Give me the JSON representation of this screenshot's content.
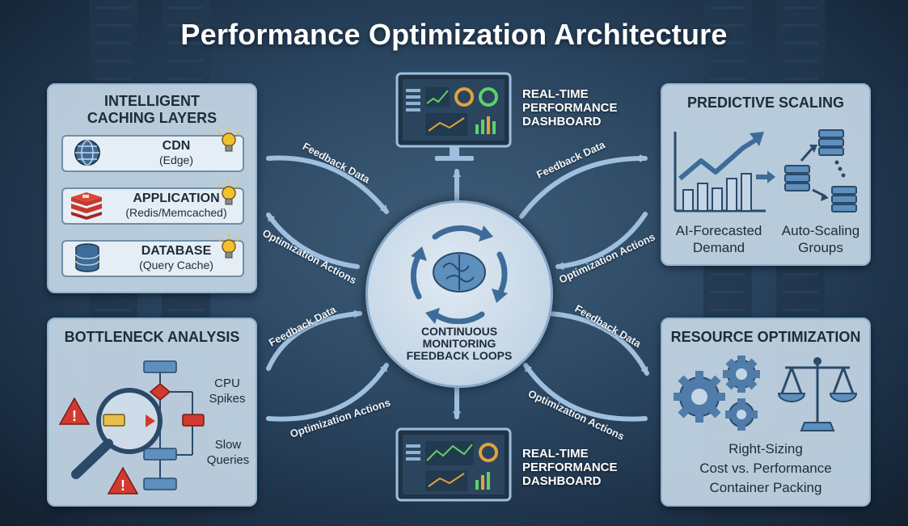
{
  "title": "Performance Optimization Architecture",
  "caching": {
    "title": "INTELLIGENT CACHING LAYERS",
    "layers": [
      {
        "name": "CDN",
        "sub": "(Edge)"
      },
      {
        "name": "APPLICATION",
        "sub": "(Redis/Memcached)"
      },
      {
        "name": "DATABASE",
        "sub": "(Query Cache)"
      }
    ]
  },
  "bottleneck": {
    "title": "BOTTLENECK ANALYSIS",
    "labels": [
      "CPU Spikes",
      "Slow Queries"
    ]
  },
  "scaling": {
    "title": "PREDICTIVE SCALING",
    "labels": [
      "AI-Forecasted Demand",
      "Auto-Scaling Groups"
    ]
  },
  "resource": {
    "title": "RESOURCE OPTIMIZATION",
    "items": [
      "Right-Sizing",
      "Cost vs. Performance",
      "Container Packing"
    ]
  },
  "hub": {
    "label": "CONTINUOUS MONITORING FEEDBACK LOOPS"
  },
  "dashboards": {
    "top": "REAL-TIME PERFORMANCE DASHBOARD",
    "bottom": "REAL-TIME PERFORMANCE DASHBOARD"
  },
  "arrows": {
    "feedback": "Feedback Data",
    "optimization": "Optimization Actions"
  },
  "colors": {
    "accent": "#87aacb",
    "alert": "#d33a2f",
    "bulb": "#f4c12e"
  },
  "icons": [
    "globe-icon",
    "redis-icon",
    "database-icon",
    "lightbulb-icon",
    "brain-icon",
    "magnifier-icon",
    "warning-icon",
    "gear-icon",
    "scale-icon",
    "server-icon",
    "trend-chart-icon",
    "monitor-icon"
  ]
}
